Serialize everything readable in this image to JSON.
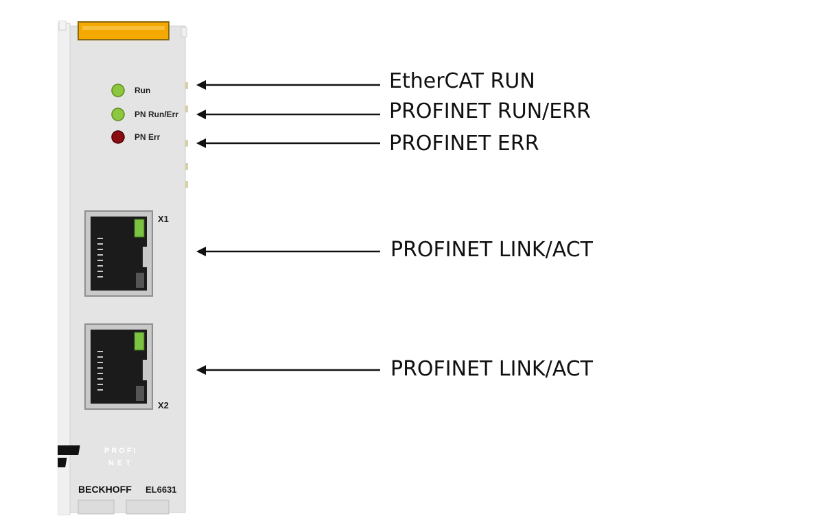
{
  "module": {
    "leds": [
      {
        "label": "Run",
        "color": "#8dc63f"
      },
      {
        "label": "PN Run/Err",
        "color": "#8dc63f"
      },
      {
        "label": "PN Err",
        "color": "#8b0d12"
      }
    ],
    "port_labels": [
      "X1",
      "X2"
    ],
    "brand": "BECKHOFF",
    "model": "EL6631",
    "logo": {
      "top": "PROFI",
      "bottom": "NET"
    },
    "colors": {
      "body": "#e6e6e6",
      "latch": "#f5a800",
      "port_led": "#7cc243"
    }
  },
  "callouts": [
    "EtherCAT RUN",
    "PROFINET RUN/ERR",
    "PROFINET ERR",
    "PROFINET LINK/ACT",
    "PROFINET LINK/ACT"
  ]
}
